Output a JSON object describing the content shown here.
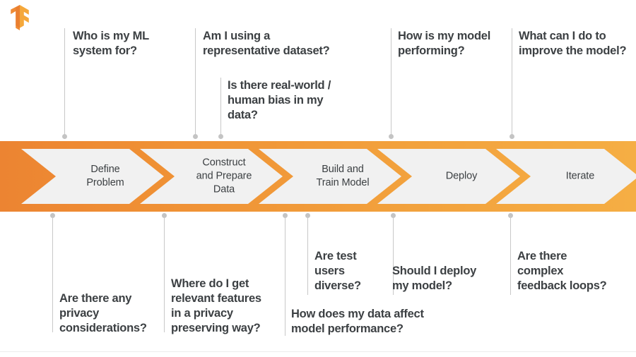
{
  "logo": {
    "name": "tensorflow-logo",
    "colors": {
      "light": "#f6a73b",
      "mid": "#ef8535",
      "dark": "#e8762d"
    }
  },
  "band": {
    "gradient_from": "#ec8432",
    "gradient_to": "#f5ae44",
    "chevron_fill": "#f1f1f1",
    "chevron_text_color": "#3c4043",
    "stages": [
      {
        "id": "define-problem",
        "label": "Define\nProblem"
      },
      {
        "id": "construct-prepare-data",
        "label": "Construct\nand Prepare\nData"
      },
      {
        "id": "build-train-model",
        "label": "Build and\nTrain Model"
      },
      {
        "id": "deploy",
        "label": "Deploy"
      },
      {
        "id": "iterate",
        "label": "Iterate"
      }
    ]
  },
  "callouts_above": [
    {
      "id": "who-is-my-ml-system-for",
      "text": "Who is my ML\nsystem for?"
    },
    {
      "id": "am-i-using-representative-dataset",
      "text": "Am I using a\nrepresentative dataset?"
    },
    {
      "id": "is-there-real-world-human-bias",
      "text": "Is there real-world /\nhuman bias in my\ndata?"
    },
    {
      "id": "how-is-my-model-performing",
      "text": "How is my model\nperforming?"
    },
    {
      "id": "what-can-i-do-to-improve-the-model",
      "text": "What can I do to\nimprove the model?"
    }
  ],
  "callouts_below": [
    {
      "id": "are-there-any-privacy-considerations",
      "text": "Are there any\nprivacy\nconsiderations?"
    },
    {
      "id": "where-do-i-get-relevant-features",
      "text": "Where do I get\nrelevant features\nin a privacy\npreserving way?"
    },
    {
      "id": "how-does-my-data-affect-model-performance",
      "text": "How does my data affect\nmodel performance?"
    },
    {
      "id": "are-test-users-diverse",
      "text": "Are test\nusers\ndiverse?"
    },
    {
      "id": "should-i-deploy-my-model",
      "text": "Should I deploy\nmy model?"
    },
    {
      "id": "are-there-complex-feedback-loops",
      "text": "Are there\ncomplex\nfeedback loops?"
    }
  ]
}
